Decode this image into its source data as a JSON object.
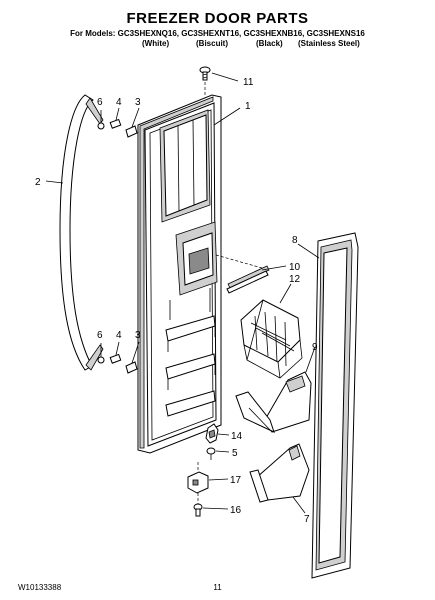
{
  "header": {
    "title": "FREEZER DOOR PARTS",
    "models_line": "For Models: GC3SHEXNQ16, GC3SHEXNT16, GC3SHEXNB16, GC3SHEXNS16",
    "variants": [
      "(White)",
      "(Biscuit)",
      "(Black)",
      "(Stainless Steel)"
    ]
  },
  "callouts": [
    "11",
    "1",
    "6",
    "4",
    "3",
    "2",
    "8",
    "10",
    "12",
    "6",
    "4",
    "3",
    "9",
    "14",
    "5",
    "17",
    "16",
    "7"
  ],
  "footer": {
    "doc_number": "W10133388",
    "page_number": "11"
  }
}
